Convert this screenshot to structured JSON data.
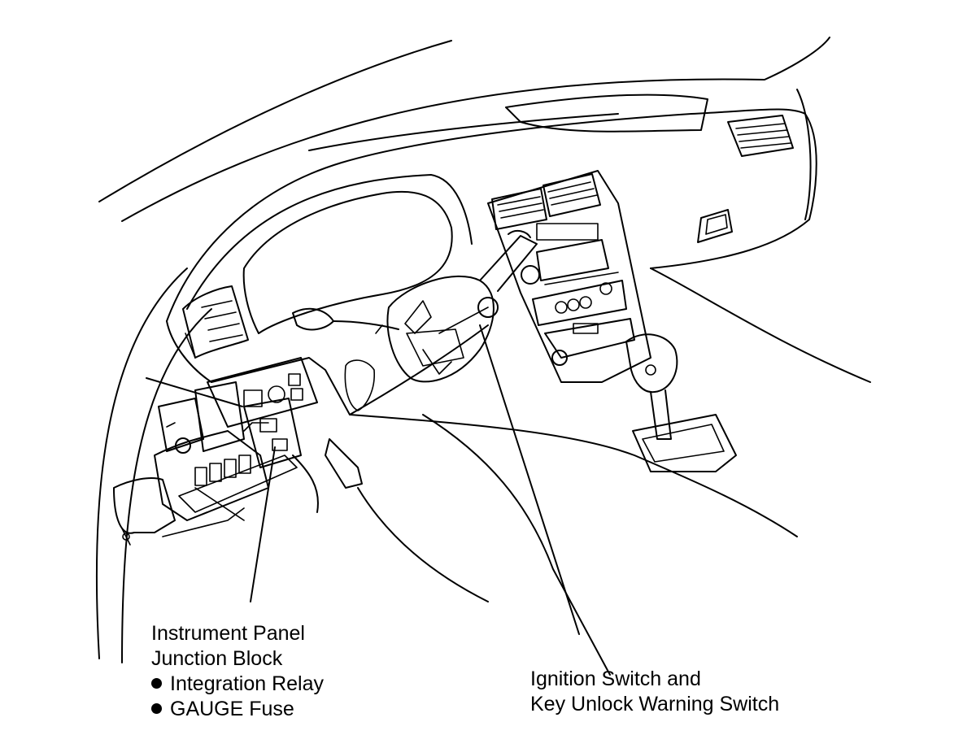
{
  "callouts": {
    "left": {
      "title_line1": "Instrument Panel",
      "title_line2": "Junction Block",
      "items": [
        "Integration Relay",
        "GAUGE Fuse"
      ]
    },
    "right": {
      "line1": "Ignition Switch and",
      "line2": "Key Unlock Warning Switch"
    }
  }
}
